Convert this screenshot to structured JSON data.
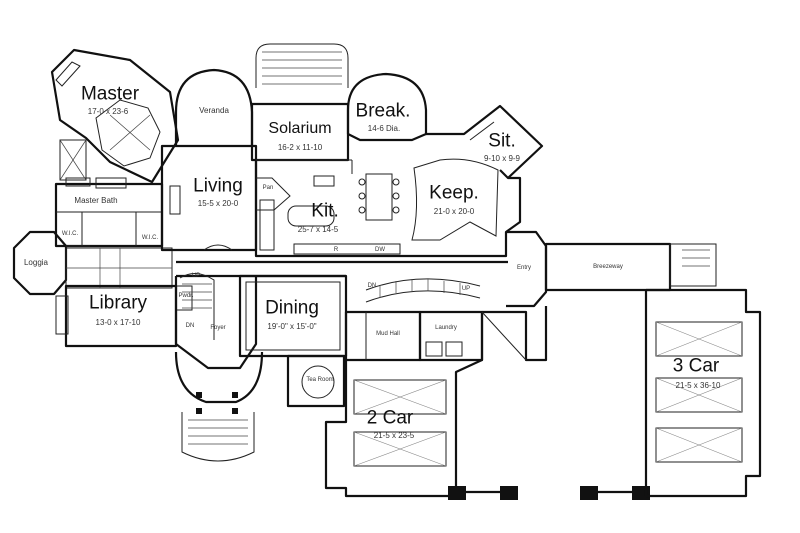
{
  "rooms": {
    "master": {
      "name": "Master",
      "size": "17-0 x 23-6"
    },
    "veranda": {
      "name": "Veranda"
    },
    "solarium": {
      "name": "Solarium",
      "size": "16-2 x 11-10"
    },
    "breakfast": {
      "name": "Break.",
      "size": "14-6 Dia."
    },
    "sitting": {
      "name": "Sit.",
      "size": "9-10 x 9-9"
    },
    "living": {
      "name": "Living",
      "size": "15-5 x 20-0"
    },
    "keeping": {
      "name": "Keep.",
      "size": "21-0 x 20-0"
    },
    "kitchen": {
      "name": "Kit.",
      "size": "25-7 x 14-5"
    },
    "master_bath": {
      "name": "Master Bath"
    },
    "wic_left": {
      "name": "W.I.C."
    },
    "wic_right": {
      "name": "W.I.C."
    },
    "loggia": {
      "name": "Loggia"
    },
    "library": {
      "name": "Library",
      "size": "13-0 x 17-10"
    },
    "dining": {
      "name": "Dining",
      "size": "19'-0\" x 15'-0\""
    },
    "foyer": {
      "name": "Foyer"
    },
    "powder": {
      "name": "Pwdr."
    },
    "mud_hall": {
      "name": "Mud Hall"
    },
    "laundry": {
      "name": "Laundry"
    },
    "tea_room": {
      "name": "Tea Room"
    },
    "entry": {
      "name": "Entry"
    },
    "breezeway": {
      "name": "Breezeway"
    },
    "garage_two": {
      "name": "2 Car",
      "size": "21-5 x 23-5"
    },
    "garage_three": {
      "name": "3 Car",
      "size": "21-5 x 36-10"
    }
  },
  "marks": {
    "pantry": "Pan",
    "up": "UP",
    "dn": "DN",
    "refrigerator": "R",
    "dw": "DW"
  }
}
